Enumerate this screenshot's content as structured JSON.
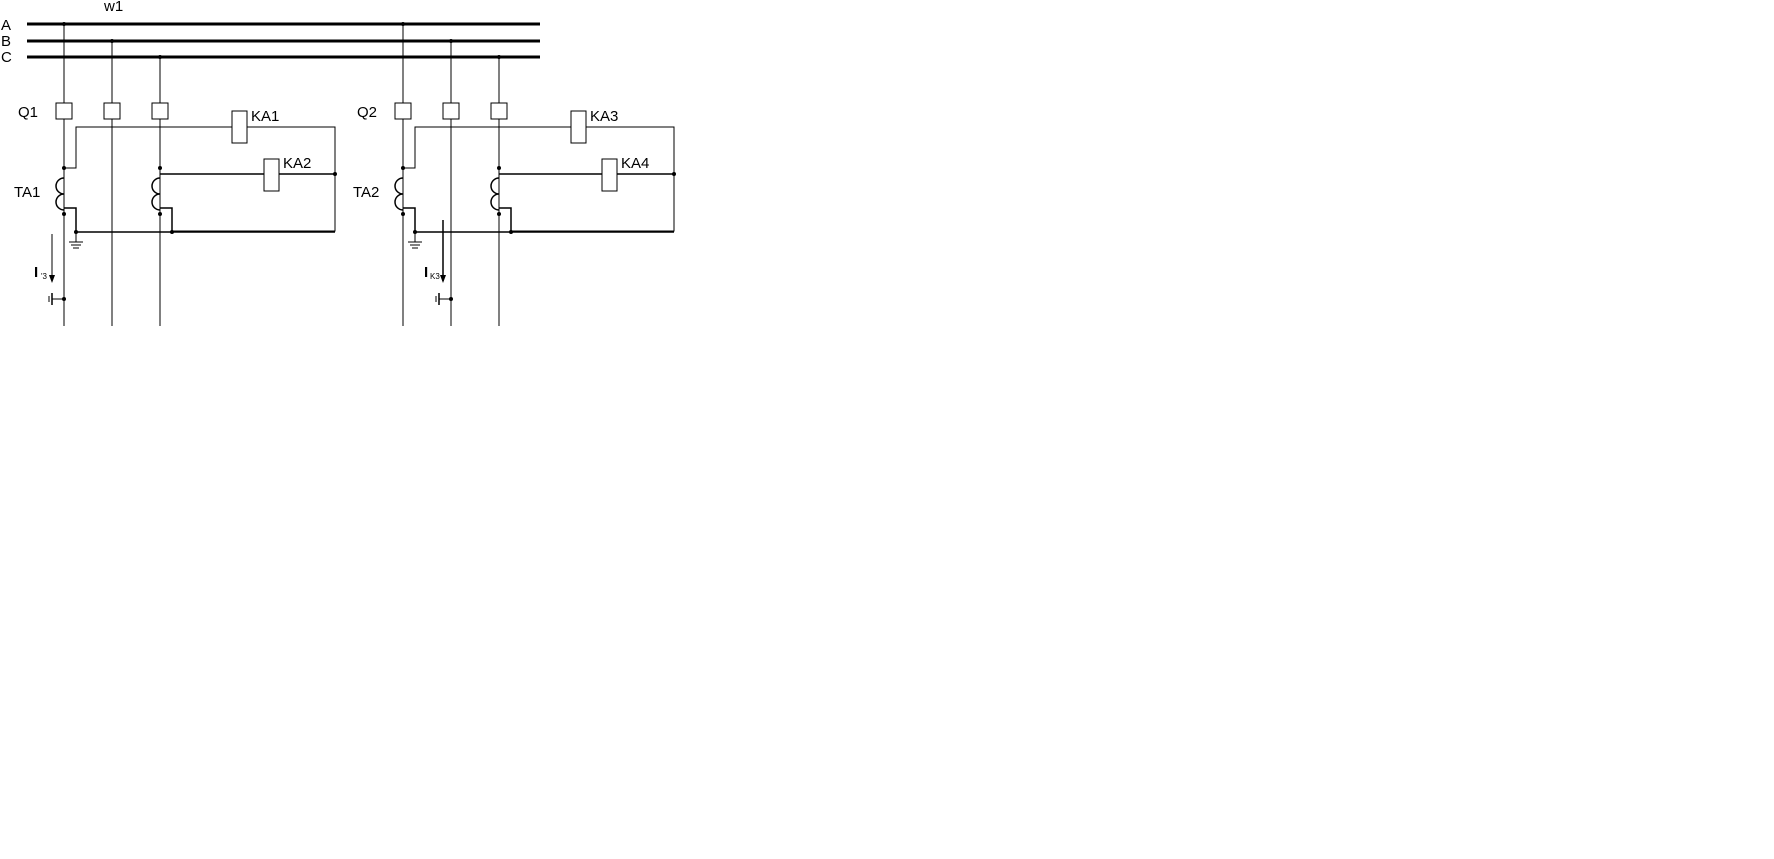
{
  "diagram": {
    "line_label": "w1",
    "phases": [
      "A",
      "B",
      "C"
    ],
    "breakers": [
      "Q1",
      "Q2"
    ],
    "current_transformers": [
      "TA1",
      "TA2"
    ],
    "relays": [
      "KA1",
      "KA2",
      "KA3",
      "KA4"
    ],
    "currents": [
      {
        "main": "I",
        "sub": "'3"
      },
      {
        "main": "I",
        "sub": "K3"
      }
    ],
    "colors": {
      "line": "#000000",
      "background": "#ffffff"
    }
  }
}
